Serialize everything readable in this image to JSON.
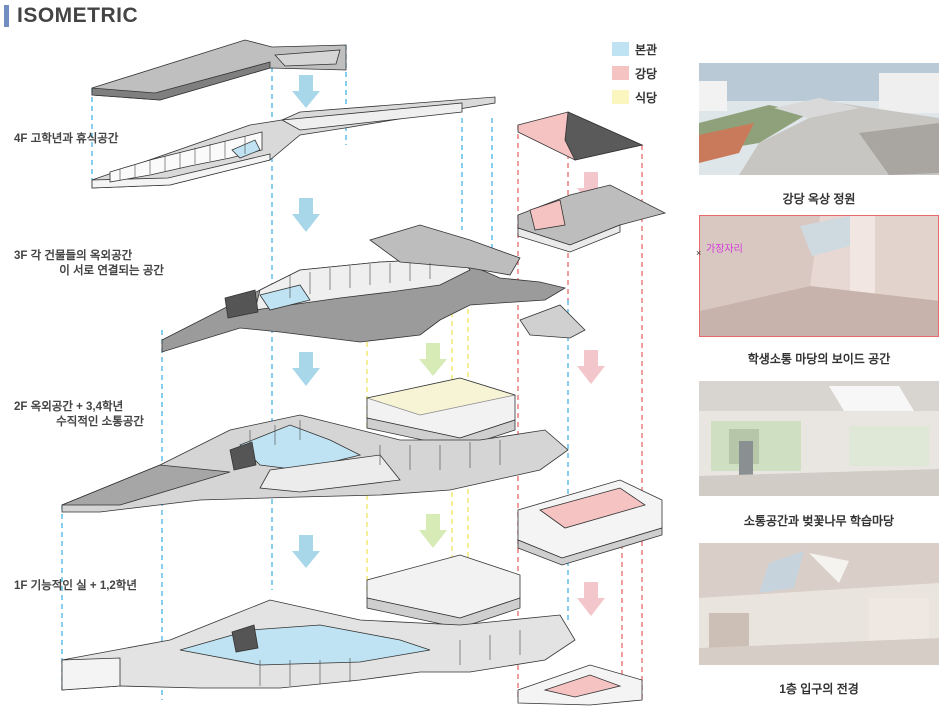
{
  "header": {
    "title": "ISOMETRIC",
    "accent": "#6f8fc0"
  },
  "colors": {
    "main": "#bfe3f2",
    "auditorium": "#f6c3c3",
    "cafeteria": "#fbf6bf",
    "line_blue": "#4cb3e6",
    "line_red": "#e86a6a",
    "line_yellow": "#f2e45c",
    "slab": "#9b9b9b",
    "slab_top": "#c9c9c9",
    "arrow_blue": "#a9d7ea",
    "arrow_green": "#d7ebb6",
    "arrow_pink": "#f3c6cb"
  },
  "legend": [
    {
      "label": "본관",
      "color": "#bfe3f2"
    },
    {
      "label": "강당",
      "color": "#f6c3c3"
    },
    {
      "label": "식당",
      "color": "#fbf6bf"
    }
  ],
  "floors": [
    {
      "line1": "4F 고학년과 휴식공간",
      "line2": ""
    },
    {
      "line1": "3F 각 건물들의  옥외공간",
      "line2": "이 서로 연결되는 공간"
    },
    {
      "line1": "2F 옥외공간 + 3,4학년",
      "line2": "수직적인 소통공간"
    },
    {
      "line1": "1F 기능적인 실 + 1,2학년",
      "line2": ""
    }
  ],
  "photos": [
    {
      "caption": "강당 옥상 정원",
      "icon": "rooftop-garden-render"
    },
    {
      "caption": "학생소통 마당의 보이드 공간",
      "icon": "void-space-render",
      "overlay": "가장자리",
      "marker": "×"
    },
    {
      "caption": "소통공간과 벚꽃나무 학습마당",
      "icon": "learning-yard-render"
    },
    {
      "caption": "1층 입구의 전경",
      "icon": "entrance-view-render"
    }
  ]
}
